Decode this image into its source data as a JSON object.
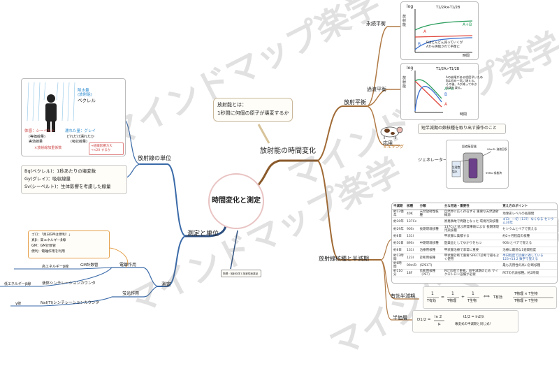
{
  "center": {
    "title": "時間変化と測定"
  },
  "watermark": {
    "text": "マインドマップ楽学"
  },
  "right": {
    "topic": "放射能の時間変化",
    "definition": {
      "line1": "放射能とは：",
      "line2": "1秒間に何個の原子が壊変するか"
    },
    "equilibrium": {
      "label": "放射平衡",
      "secular": {
        "label": "永続平衡",
        "y": "log",
        "y_label": "放射能",
        "cond": "T1/2A≫T1/2B",
        "x": "時間",
        "curves": [
          "A+B",
          "A",
          "B"
        ],
        "note1": "Bはどんどん減っていくが",
        "note2": "Aから供給されて平衡に"
      },
      "transient": {
        "label": "過渡平衡",
        "y": "log",
        "y_label": "放射能",
        "cond": "T1/2A>T1/2B",
        "x": "時間",
        "curves": [
          "A+B",
          "B",
          "A"
        ],
        "note1": "Aの崩壊がある程度早いため",
        "note2": "Bは初め一気に増える。",
        "note3": "その後、Aが減ってゆき",
        "note4": "全体も減る。"
      },
      "app": {
        "label": "応用",
        "cow": "ミルキング",
        "desc": "短半減期の娘核種を取り出す操作のこと",
        "gen": "ジェネレーター",
        "gen_top": "鉛遮蔽容器",
        "gen_r1": "99mTc 溶液回収",
        "gen_r2": "99Mo 吸着済",
        "gen_left": "生理食塩水"
      }
    },
    "halflife": {
      "label": "放射線核種と半減期",
      "headers": [
        "半減期",
        "核種",
        "分類",
        "主な用途・重要性",
        "覚え方のポイント"
      ],
      "rows": [
        [
          "約13億年",
          "40K",
          "天然放射性核種",
          "自然界に広く存在する 重要な天然放射線源",
          "地球史レベルの長期間"
        ],
        [
          "約30年",
          "137Cs",
          "",
          "原発事故で問題となった 環境汚染核種",
          "ゴロ：一切（137）なくなる セシウム30年"
        ],
        [
          "約29年",
          "90Sr",
          "長期環境核種",
          "137Csと並ぶ原発事故による 長期環境汚染核種",
          "セシウムとペアで覚える"
        ],
        [
          "約8日",
          "131I",
          "",
          "甲状腺に集積する",
          "約2ヶ月程度の核種"
        ],
        [
          "約50日",
          "89Sr",
          "中期環境核種",
          "医薬品としてゆかりをもつ",
          "90Srとペアで覚える"
        ],
        [
          "約8日",
          "131I",
          "治療用核種",
          "甲状腺治療で非常に重要",
          "治療に最適な1週間程度"
        ],
        [
          "約13時間",
          "123I",
          "診断用核種",
          "甲状腺診断で重要 SPECT診断で最もよく使用",
          "半日程度で診療に適している 123→13.2 数字で覚える"
        ],
        [
          "約6時間",
          "99mTc",
          "(SPECT)",
          "",
          "最も汎用性の高い診断核種"
        ],
        [
          "約110分",
          "18F",
          "診断用核種（PET）",
          "PET診断で重要。短半減期のため サイクロトロン設備が必要",
          "PETの代表核種。約2時間"
        ]
      ],
      "effective": {
        "label": "有効半減期",
        "f1": "1",
        "f1b": "T有効",
        "eq": "=",
        "f2": "1",
        "f2b": "T物理",
        "plus": "+",
        "f3": "1",
        "f3b": "T生物",
        "arrow": "⟺",
        "lhs": "T有効",
        "rhs_num": "T物理 × T生物",
        "rhs_den": "T物理 + T生物"
      },
      "halfval": {
        "label": "半価層",
        "eq_left": "D1/2 = ",
        "eq_num": "ln 2",
        "eq_den": "μ",
        "t_eq": "t1/2 = ln2/λ",
        "t_note": "壊変式の半減期と同じ式！"
      }
    }
  },
  "left": {
    "topic": "測定と単位",
    "units": {
      "label": "放射線の単位",
      "source": "降水量",
      "source2": "(放射能)",
      "bq": "ベクレル",
      "sv": "体感：シーベルト",
      "eq1": "(等価線量)",
      "eq2": "実効線量",
      "gy": "濡れた量：グレイ",
      "gy2": "どれだけ濡れたか",
      "gy3": "(吸収線量)",
      "weight": "×放射線加重係数",
      "tiss1": "→組織影響力大",
      "tiss2": "→×20 するか",
      "lines": [
        "Bq(ベクレル)：1秒あたりの壊変数",
        "Gy(グレイ)：吸収線量",
        "Sv(シーベルト)：生体影響を考慮した線量"
      ]
    },
    "measure": {
      "label": "測定",
      "memo1": "ゴロ：「真日GMは便利！」",
      "memo2": "真β：高エネルギーβ線",
      "memo3": "GM：GM計数管",
      "memo4": "便利：電離作用を利用",
      "ion_label": "電離作用",
      "gm": "GM計数管",
      "gm_sub": "高エネルギーβ線",
      "fluor_label": "蛍光作用",
      "ls": "液体シンチレーションカウンタ",
      "ls_sub": "低エネルギーβ線",
      "nai": "NaI(Tl)シンチレーションカウンタ",
      "nai_sub": "γ線"
    },
    "ref": "物理・放射化学と放射性医薬品"
  }
}
